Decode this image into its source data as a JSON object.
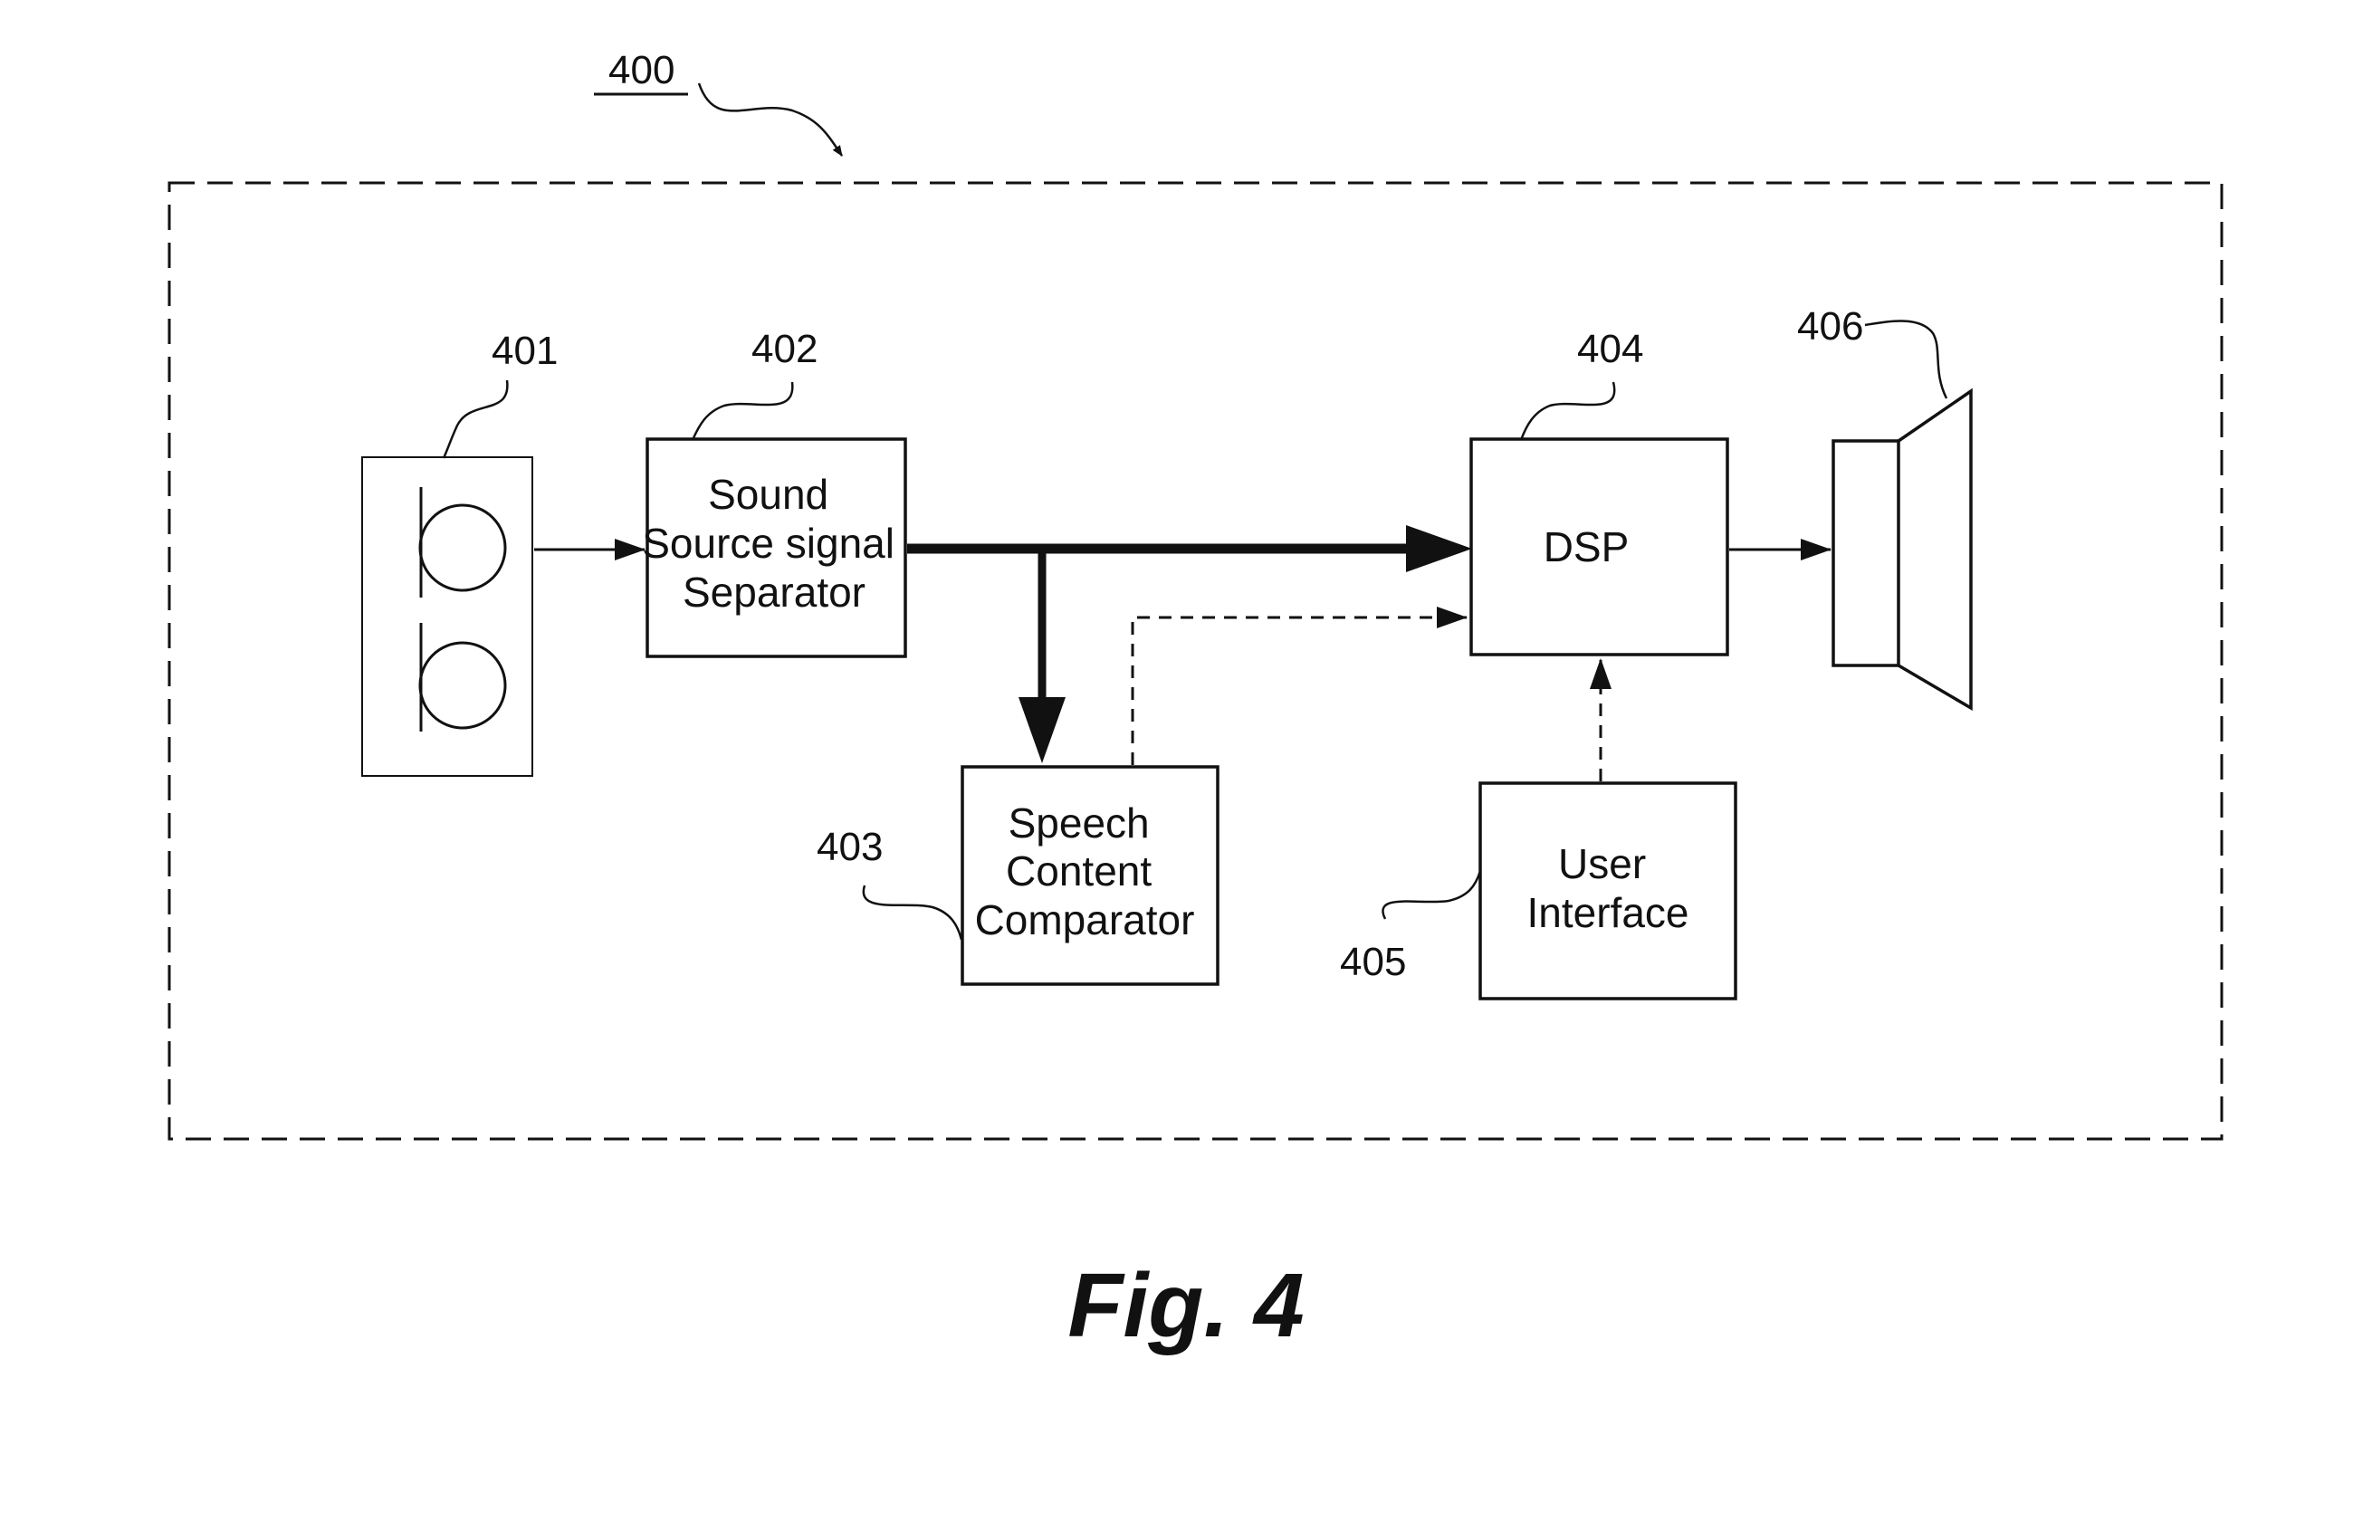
{
  "diagram": {
    "reference_numerals": {
      "system": "400",
      "microphones": "401",
      "separator": "402",
      "comparator": "403",
      "dsp": "404",
      "user_interface": "405",
      "speaker": "406"
    },
    "blocks": {
      "separator": {
        "lines": [
          "Sound",
          "Source signal",
          "Separator"
        ]
      },
      "comparator": {
        "lines": [
          "Speech",
          "Content",
          "Comparator"
        ]
      },
      "dsp": {
        "lines": [
          "DSP"
        ]
      },
      "user_interface": {
        "lines": [
          "User",
          "Interface"
        ]
      }
    },
    "figure_caption": "Fig. 4",
    "colors": {
      "ink": "#111111",
      "background": "#ffffff"
    }
  }
}
